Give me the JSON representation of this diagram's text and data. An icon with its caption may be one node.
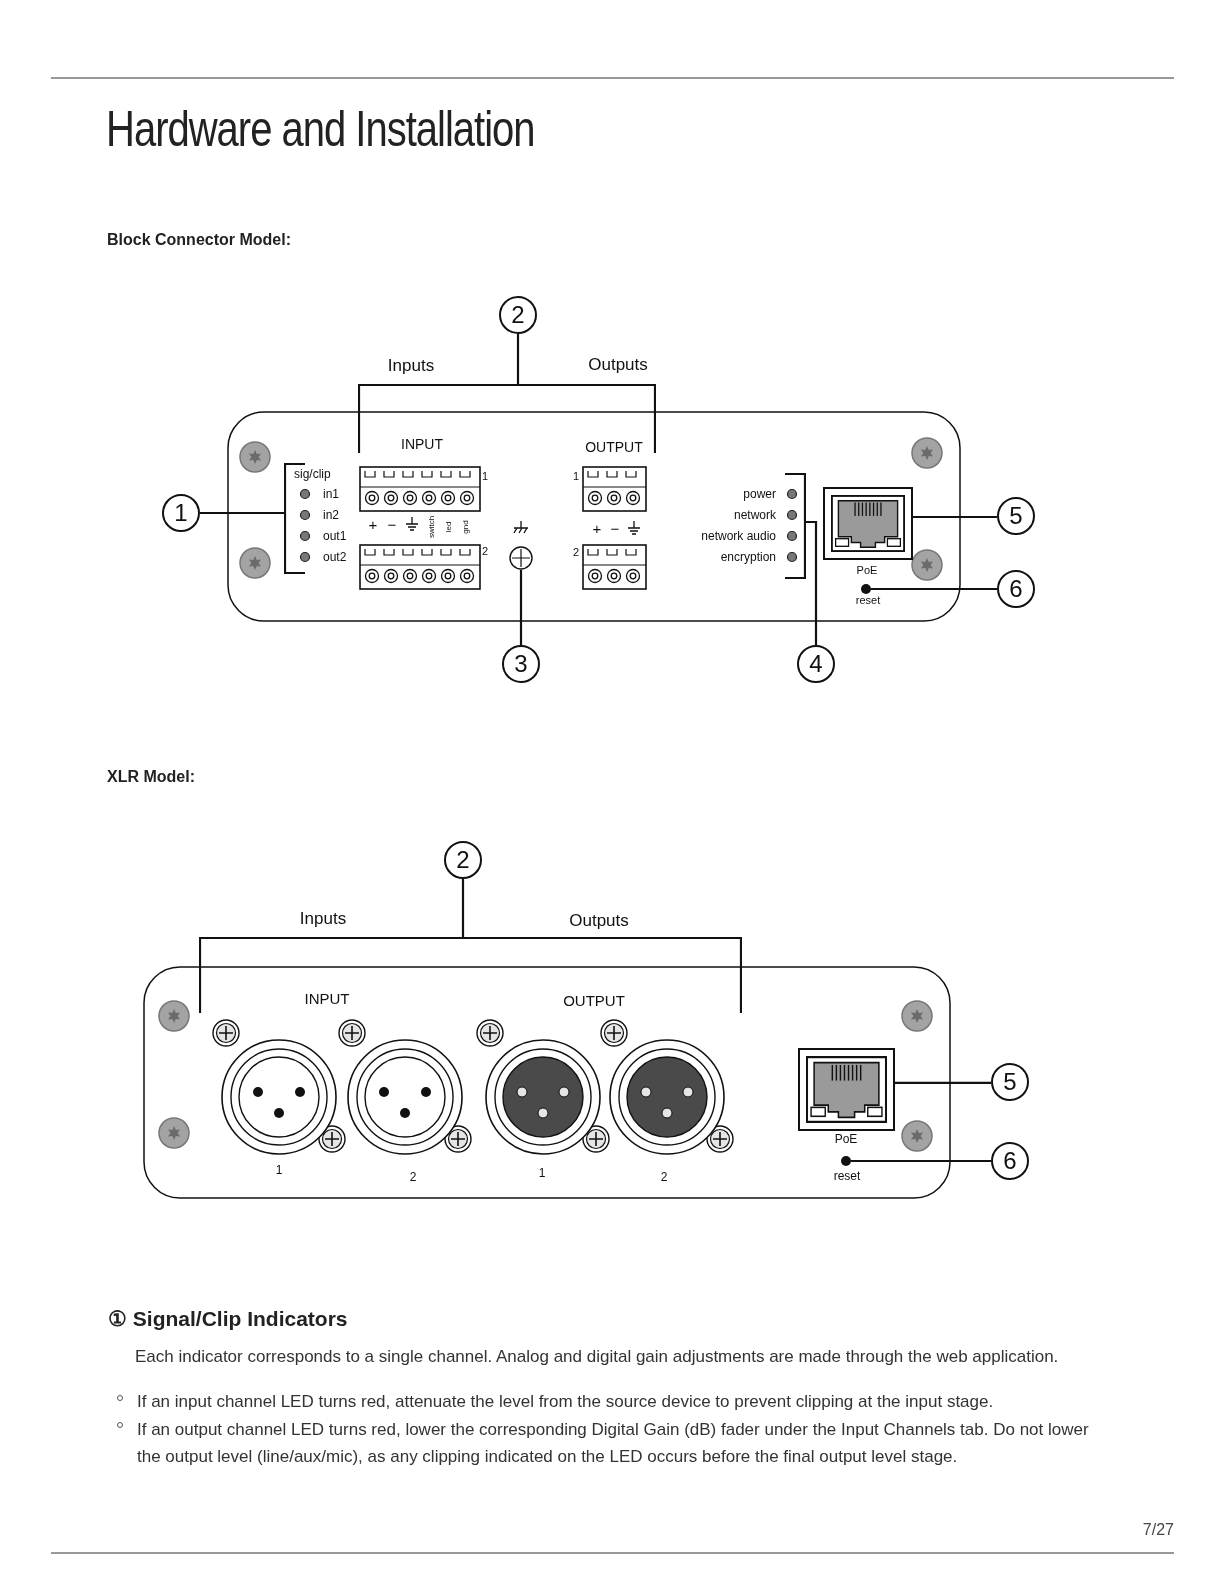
{
  "diagram": {
    "title": "Hardware and Installation",
    "nodes": [
      {
        "text": [
          "1"
        ]
      },
      {
        "text": [
          "2"
        ]
      },
      {
        "text": [
          "3"
        ]
      },
      {
        "text": [
          "4"
        ]
      },
      {
        "text": [
          "5"
        ]
      },
      {
        "text": [
          "6"
        ]
      },
      {
        "text": [],
        "shape": "circle"
      },
      {
        "text": [],
        "shape": "box"
      },
      {
        "text": [],
        "shape": "circle"
      },
      {
        "text": [
          "2"
        ]
      },
      {
        "text": [
          "5"
        ]
      },
      {
        "text": [
          "6"
        ]
      },
      {
        "text": [],
        "shape": "box"
      },
      {
        "text": [],
        "shape": "circle"
      },
      {
        "text": [],
        "shape": "bracket"
      },
      {
        "text": [],
        "shape": "bracket"
      },
      {
        "text": [],
        "shape": "bracket"
      },
      {
        "text": [],
        "shape": "bracket"
      }
    ],
    "edges": [
      {
        "from": 0,
        "to": 14,
        "arrow": "none"
      },
      {
        "from": 1,
        "to": 15,
        "arrow": "none"
      },
      {
        "from": 2,
        "to": 6,
        "arrow": "none"
      },
      {
        "from": 3,
        "to": 16,
        "arrow": "none"
      },
      {
        "from": 4,
        "to": 7,
        "arrow": "none"
      },
      {
        "from": 5,
        "to": 8,
        "arrow": "none"
      },
      {
        "from": 9,
        "to": 17,
        "arrow": "none"
      },
      {
        "from": 10,
        "to": 12,
        "arrow": "none"
      },
      {
        "from": 11,
        "to": 13,
        "arrow": "none"
      }
    ],
    "labels": [
      "Block Connector Model:",
      "Inputs",
      "Outputs",
      "INPUT",
      "OUTPUT",
      "sig/clip",
      "in1",
      "in2",
      "out1",
      "out2",
      "1",
      "2",
      "+",
      "−",
      "switch",
      "led",
      "gnd",
      "1",
      "2",
      "+",
      "−",
      "power",
      "network",
      "network audio",
      "encryption",
      "PoE",
      "reset",
      "XLR Model:",
      "Inputs",
      "Outputs",
      "INPUT",
      "OUTPUT",
      "PoE",
      "reset",
      "1",
      "2",
      "1",
      "2",
      "① Signal/Clip Indicators",
      "Each indicator corresponds to a single channel. Analog and digital gain adjustments are made through the web application.",
      "If an input channel LED turns red, attenuate the level from the source device to prevent clipping at the input stage.",
      "If an output channel LED turns red, lower the corresponding Digital Gain (dB) fader under the Input Channels tab. Do not lower the output level (line/aux/mic), as any clipping indicated on the LED occurs before the final output level stage.",
      "7/27"
    ]
  }
}
